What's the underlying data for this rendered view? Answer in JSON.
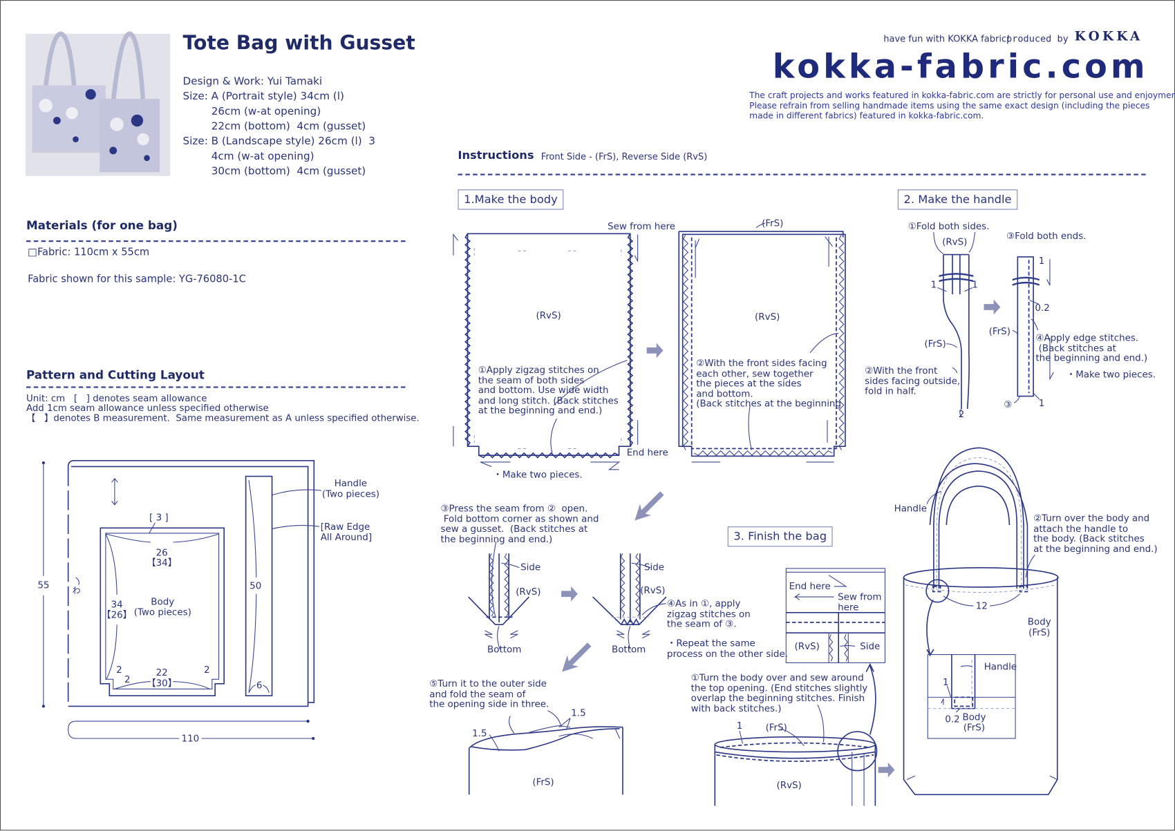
{
  "header": {
    "title": "Tote Bag with Gusset",
    "details": [
      "Design & Work: Yui Tamaki",
      "Size: A (Portrait style) 34cm (l)",
      "26cm (w-at opening)",
      "22cm (bottom)  4cm (gusset)",
      "Size: B (Landscape style) 26cm (l)  3",
      "4cm (w-at opening)",
      "30cm (bottom)  4cm (gusset)"
    ],
    "tagline": "have fun with KOKKA fabric!",
    "produced_by": "produced by",
    "brand": "KOKKA",
    "site_logo": "kokka-fabric.com",
    "disclaimer": "The craft projects and works featured in kokka-fabric.com are strictly for personal use and enjoyment.\nPlease refrain from selling handmade items using the same exact design (including the pieces\nmade in different fabrics) featured in kokka-fabric.com."
  },
  "materials": {
    "heading": "Materials (for one bag)",
    "items": [
      "□Fabric: 110cm x 55cm"
    ],
    "sample": "Fabric shown for this sample: YG-76080-1C"
  },
  "pattern": {
    "heading": "Pattern and Cutting Layout",
    "notes": "Unit: cm   [   ] denotes seam allowance\nAdd 1cm seam allowance unless specified otherwise\n【   】denotes B measurement.  Same measurement as A unless specified otherwise.",
    "labels": {
      "height": "55",
      "width": "110",
      "fold": "わ",
      "seam_top": "[ 3 ]",
      "body_width": "26",
      "body_width_b": "【34】",
      "body_len": "34",
      "body_len_b": "【26】",
      "body_name": "Body\n(Two pieces)",
      "corner_a": "2",
      "corner_b": "2",
      "corner_c": "2",
      "bottom": "22",
      "bottom_b": "【30】",
      "handle_len": "50",
      "handle_w": "6",
      "handle_name": "Handle\n(Two pieces)",
      "raw_edge": "[Raw Edge\nAll Around]"
    }
  },
  "instructions": {
    "heading": "Instructions",
    "legend": "Front Side - (FrS), Reverse Side (RvS)",
    "step1": {
      "title": "1.Make the body",
      "rvs_a": "(RvS)",
      "rvs_b": "(RvS)",
      "frs": "(FrS)",
      "sew_from": "Sew from here",
      "end_here": "End here",
      "note1": "①Apply zigzag stitches on\nthe seam of both sides\nand bottom. Use wide width\nand long stitch. (Back stitches\nat the beginning and end.)",
      "note2": "②With the front sides facing\neach other, sew together\nthe pieces at the sides\nand bottom.\n(Back stitches at the beginning",
      "two_pieces": "・Make two pieces.",
      "note3": "③Press the seam from ②  open.\n Fold bottom corner as shown and\nsew a gusset.  (Back stitches at\nthe beginning and end.)",
      "side_a": "Side",
      "rvs_c": "(RvS)",
      "bottom_a": "Bottom",
      "side_b": "Side",
      "rvs_d": "(RvS)",
      "bottom_b": "Bottom",
      "note4": "④As in ①, apply\nzigzag stitches on\nthe seam of ③.",
      "repeat": "・Repeat the same\nprocess on the other side.",
      "note5": "⑤Turn it to the outer side\nand fold the seam of\nthe opening side in three.",
      "fold_a": "1.5",
      "fold_b": "1.5",
      "frs_b": "(FrS)"
    },
    "step2": {
      "title": "2. Make the handle",
      "fold_sides": "①Fold both sides.",
      "rvs": "(RvS)",
      "one_a": "1",
      "one_b": "1",
      "frs_a": "(FrS)",
      "note2": "②With the front\nsides facing outside,\nfold in half.",
      "two": "2",
      "fold_ends": "③Fold both ends.",
      "one_c": "1",
      "edge": "0.2",
      "frs_b": "(FrS)",
      "note4": "④Apply edge stitches.\n (Back stitches at\nthe beginning and end.)",
      "two_pieces": "・Make two pieces.",
      "three": "③",
      "one_d": "1"
    },
    "step3": {
      "title": "3. Finish the bag",
      "end_here": "End here",
      "sew_from": "Sew from\nhere",
      "rvs_a": "(RvS)",
      "side": "Side",
      "note1": "①Turn the body over and sew around\nthe top opening. (End stitches slightly\noverlap the beginning stitches. Finish\nwith back stitches.)",
      "one": "1",
      "frs": "(FrS)",
      "rvs_b": "(RvS)",
      "handle": "Handle",
      "note2": "②Turn over the body and\nattach the handle to\nthe body. (Back stitches\nat the beginning and end.)",
      "spacing": "12",
      "body": "Body\n(FrS)",
      "inset_handle": "Handle",
      "inset_one": "1",
      "inset_edge": "0.2",
      "inset_body": "Body\n(FrS)"
    }
  },
  "colors": {
    "ink": "#2a3478",
    "heading": "#1f2a66",
    "arrow": "#8d93b8"
  }
}
